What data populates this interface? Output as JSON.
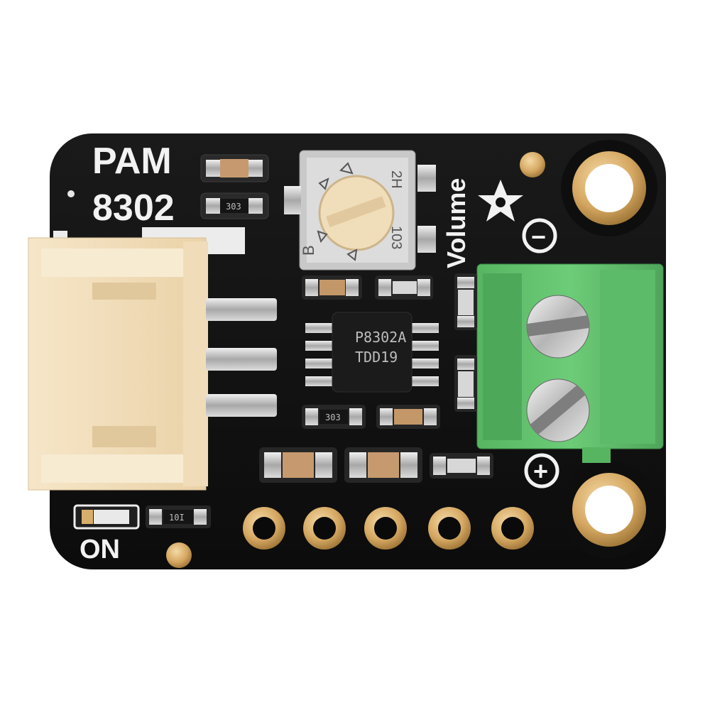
{
  "board": {
    "title_line1": "PAM",
    "title_line2": "8302",
    "volume_label": "Volume",
    "power_label": "ON",
    "minus_symbol": "−",
    "plus_symbol": "+",
    "pot_marking_top": "2H",
    "pot_marking_bottom": "103",
    "pot_letter": "B",
    "chip_line1": "P8302A",
    "chip_line2": "TDD19",
    "resistor_top_code": "303",
    "resistor_mid_code": "303",
    "resistor_led_code": "10I"
  },
  "colors": {
    "pcb": "#121212",
    "gold": "#d8ae6c",
    "connector": "#f3dfbf",
    "terminal": "#5fbf6a",
    "silkscreen": "#f2f2f2"
  }
}
